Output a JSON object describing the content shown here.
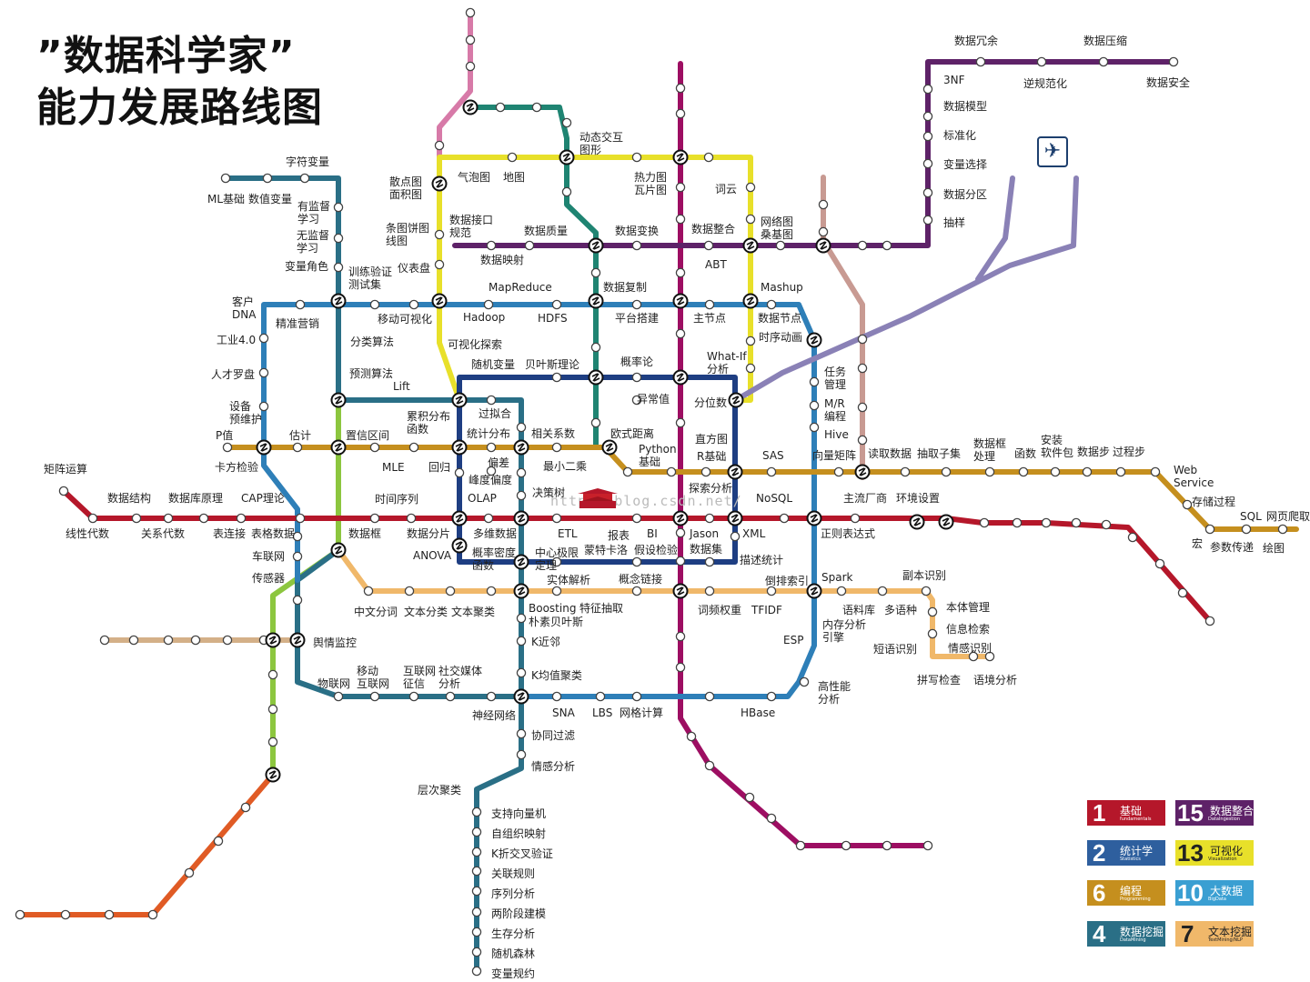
{
  "title": {
    "line1": "”数据科学家”",
    "line2": "能力发展路线图"
  },
  "watermark": "http://blog.csdn.net/",
  "colors": {
    "red": "#b5172a",
    "blue": "#2e7fb8",
    "purple": "#5e2268",
    "yellow": "#e8e02a",
    "gold": "#c58f1e",
    "teal": "#1f8472",
    "navy": "#1e3e82",
    "magenta": "#9d0e62",
    "petrol": "#2a6f86",
    "green": "#8cc63f",
    "orange": "#e05b25",
    "pink": "#d77aa8",
    "peach": "#f0b86a",
    "rose": "#c89a92",
    "crimson": "#c5115d",
    "lavender": "#8a81b6",
    "tan": "#d4b088"
  },
  "legend": [
    {
      "num": "1",
      "label": "基础",
      "sub": "fundamentals",
      "color": "#b5172a"
    },
    {
      "num": "15",
      "label": "数据整合",
      "sub": "DataIngestion",
      "color": "#5e2268"
    },
    {
      "num": "2",
      "label": "统计学",
      "sub": "Statistics",
      "color": "#2e5f9e"
    },
    {
      "num": "13",
      "label": "可视化",
      "sub": "Visualization",
      "color": "#e8e02a"
    },
    {
      "num": "6",
      "label": "编程",
      "sub": "Programming",
      "color": "#c58f1e"
    },
    {
      "num": "10",
      "label": "大数据",
      "sub": "BigData",
      "color": "#3a9fd2"
    },
    {
      "num": "4",
      "label": "数据挖掘",
      "sub": "DataMining",
      "color": "#2a6f86"
    },
    {
      "num": "7",
      "label": "文本挖掘",
      "sub": "TextMining/NLP",
      "color": "#f0b86a"
    }
  ],
  "icons": [
    "airplane-icon",
    "gate-tower-icon"
  ],
  "stations": [
    [
      "矩阵运算"
    ],
    [
      "数据结构"
    ],
    [
      "数据库原理"
    ],
    [
      "CAP理论"
    ],
    [
      "线性代数"
    ],
    [
      "关系代数"
    ],
    [
      "表连接"
    ],
    [
      "表格数据"
    ],
    [
      "数据框"
    ],
    [
      "数据分片"
    ],
    [
      "多维数据"
    ],
    [
      "ETL"
    ],
    [
      "报表"
    ],
    [
      "BI"
    ],
    [
      "Jason"
    ],
    [
      "XML"
    ],
    [
      "正则表达式"
    ],
    [
      "宏"
    ],
    [
      "参数传递"
    ],
    [
      "绘图"
    ],
    [
      "SQL"
    ],
    [
      "网页爬取"
    ],
    [
      "存储过程"
    ],
    [
      "Web",
      "Service"
    ],
    [
      "字符变量"
    ],
    [
      "ML基础"
    ],
    [
      "数值变量"
    ],
    [
      "有监督",
      "学习"
    ],
    [
      "无监督",
      "学习"
    ],
    [
      "变量角色"
    ],
    [
      "训练验证",
      "测试集"
    ],
    [
      "客户",
      "DNA"
    ],
    [
      "精准营销"
    ],
    [
      "工业4.0"
    ],
    [
      "人才罗盘"
    ],
    [
      "设备",
      "预维护"
    ],
    [
      "P值"
    ],
    [
      "卡方检验"
    ],
    [
      "估计"
    ],
    [
      "置信区间"
    ],
    [
      "MLE"
    ],
    [
      "回归"
    ],
    [
      "统计分布"
    ],
    [
      "相关系数"
    ],
    [
      "最小二乘"
    ],
    [
      "欧式距离"
    ],
    [
      "Python",
      "基础"
    ],
    [
      "SAS"
    ],
    [
      "向量矩阵"
    ],
    [
      "读取数据"
    ],
    [
      "抽取子集"
    ],
    [
      "数据框",
      "处理"
    ],
    [
      "函数"
    ],
    [
      "安装",
      "软件包"
    ],
    [
      "数据步"
    ],
    [
      "过程步"
    ],
    [
      "散点图",
      "面积图"
    ],
    [
      "气泡图"
    ],
    [
      "地图"
    ],
    [
      "条图饼图",
      "线图"
    ],
    [
      "仪表盘"
    ],
    [
      "数据接口",
      "规范"
    ],
    [
      "数据质量"
    ],
    [
      "数据变换"
    ],
    [
      "数据整合"
    ],
    [
      "数据映射"
    ],
    [
      "ABT"
    ],
    [
      "动态交互",
      "图形"
    ],
    [
      "热力图",
      "瓦片图"
    ],
    [
      "词云"
    ],
    [
      "网络图",
      "桑基图"
    ],
    [
      "MapReduce"
    ],
    [
      "Hadoop"
    ],
    [
      "HDFS"
    ],
    [
      "平台搭建"
    ],
    [
      "主节点"
    ],
    [
      "数据节点"
    ],
    [
      "Mashup"
    ],
    [
      "时序动画"
    ],
    [
      "移动可视化"
    ],
    [
      "可视化探索"
    ],
    [
      "随机变量"
    ],
    [
      "贝叶斯理论"
    ],
    [
      "概率论"
    ],
    [
      "数据复制"
    ],
    [
      "What-If",
      "分析"
    ],
    [
      "分位数"
    ],
    [
      "异常值"
    ],
    [
      "直方图"
    ],
    [
      "R基础"
    ],
    [
      "探索分析"
    ],
    [
      "NoSQL"
    ],
    [
      "主流厂商"
    ],
    [
      "环境设置"
    ],
    [
      "累积分布",
      "函数"
    ],
    [
      "过拟合"
    ],
    [
      "偏差"
    ],
    [
      "峰度偏度"
    ],
    [
      "OLAP"
    ],
    [
      "决策树"
    ],
    [
      "时间序列"
    ],
    [
      "分类算法"
    ],
    [
      "预测算法"
    ],
    [
      "Lift"
    ],
    [
      "数据冗余"
    ],
    [
      "数据压缩"
    ],
    [
      "3NF"
    ],
    [
      "逆规范化"
    ],
    [
      "数据安全"
    ],
    [
      "数据模型"
    ],
    [
      "标准化"
    ],
    [
      "变量选择"
    ],
    [
      "数据分区"
    ],
    [
      "抽样"
    ],
    [
      "任务",
      "管理"
    ],
    [
      "M/R",
      "编程"
    ],
    [
      "Hive"
    ],
    [
      "Spark"
    ],
    [
      "副本识别"
    ],
    [
      "本体管理"
    ],
    [
      "信息检索"
    ],
    [
      "情感识别"
    ],
    [
      "语料库"
    ],
    [
      "多语种"
    ],
    [
      "内存分析",
      "引擎"
    ],
    [
      "短语识别"
    ],
    [
      "拼写检查"
    ],
    [
      "语境分析"
    ],
    [
      "倒排索引"
    ],
    [
      "描述统计"
    ],
    [
      "数据集"
    ],
    [
      "假设检验"
    ],
    [
      "蒙特卡洛"
    ],
    [
      "中心极限",
      "定理"
    ],
    [
      "概率密度",
      "函数"
    ],
    [
      "ANOVA"
    ],
    [
      "车联网"
    ],
    [
      "传感器"
    ],
    [
      "中文分词"
    ],
    [
      "文本分类"
    ],
    [
      "文本聚类"
    ],
    [
      "实体解析"
    ],
    [
      "概念链接"
    ],
    [
      "词频权重"
    ],
    [
      "TFIDF"
    ],
    [
      "ESP"
    ],
    [
      "舆情监控"
    ],
    [
      "Boosting"
    ],
    [
      "朴素贝叶斯"
    ],
    [
      "特征抽取"
    ],
    [
      "K近邻"
    ],
    [
      "K均值聚类"
    ],
    [
      "移动",
      "互联网"
    ],
    [
      "物联网"
    ],
    [
      "互联网",
      "征信"
    ],
    [
      "社交媒体",
      "分析"
    ],
    [
      "神经网络"
    ],
    [
      "SNA"
    ],
    [
      "LBS"
    ],
    [
      "网格计算"
    ],
    [
      "HBase"
    ],
    [
      "高性能",
      "分析"
    ],
    [
      "协同过滤"
    ],
    [
      "情感分析"
    ],
    [
      "层次聚类"
    ],
    [
      "支持向量机"
    ],
    [
      "自组织映射"
    ],
    [
      "K折交叉验证"
    ],
    [
      "关联规则"
    ],
    [
      "序列分析"
    ],
    [
      "两阶段建模"
    ],
    [
      "生存分析"
    ],
    [
      "随机森林"
    ],
    [
      "变量规约"
    ]
  ]
}
